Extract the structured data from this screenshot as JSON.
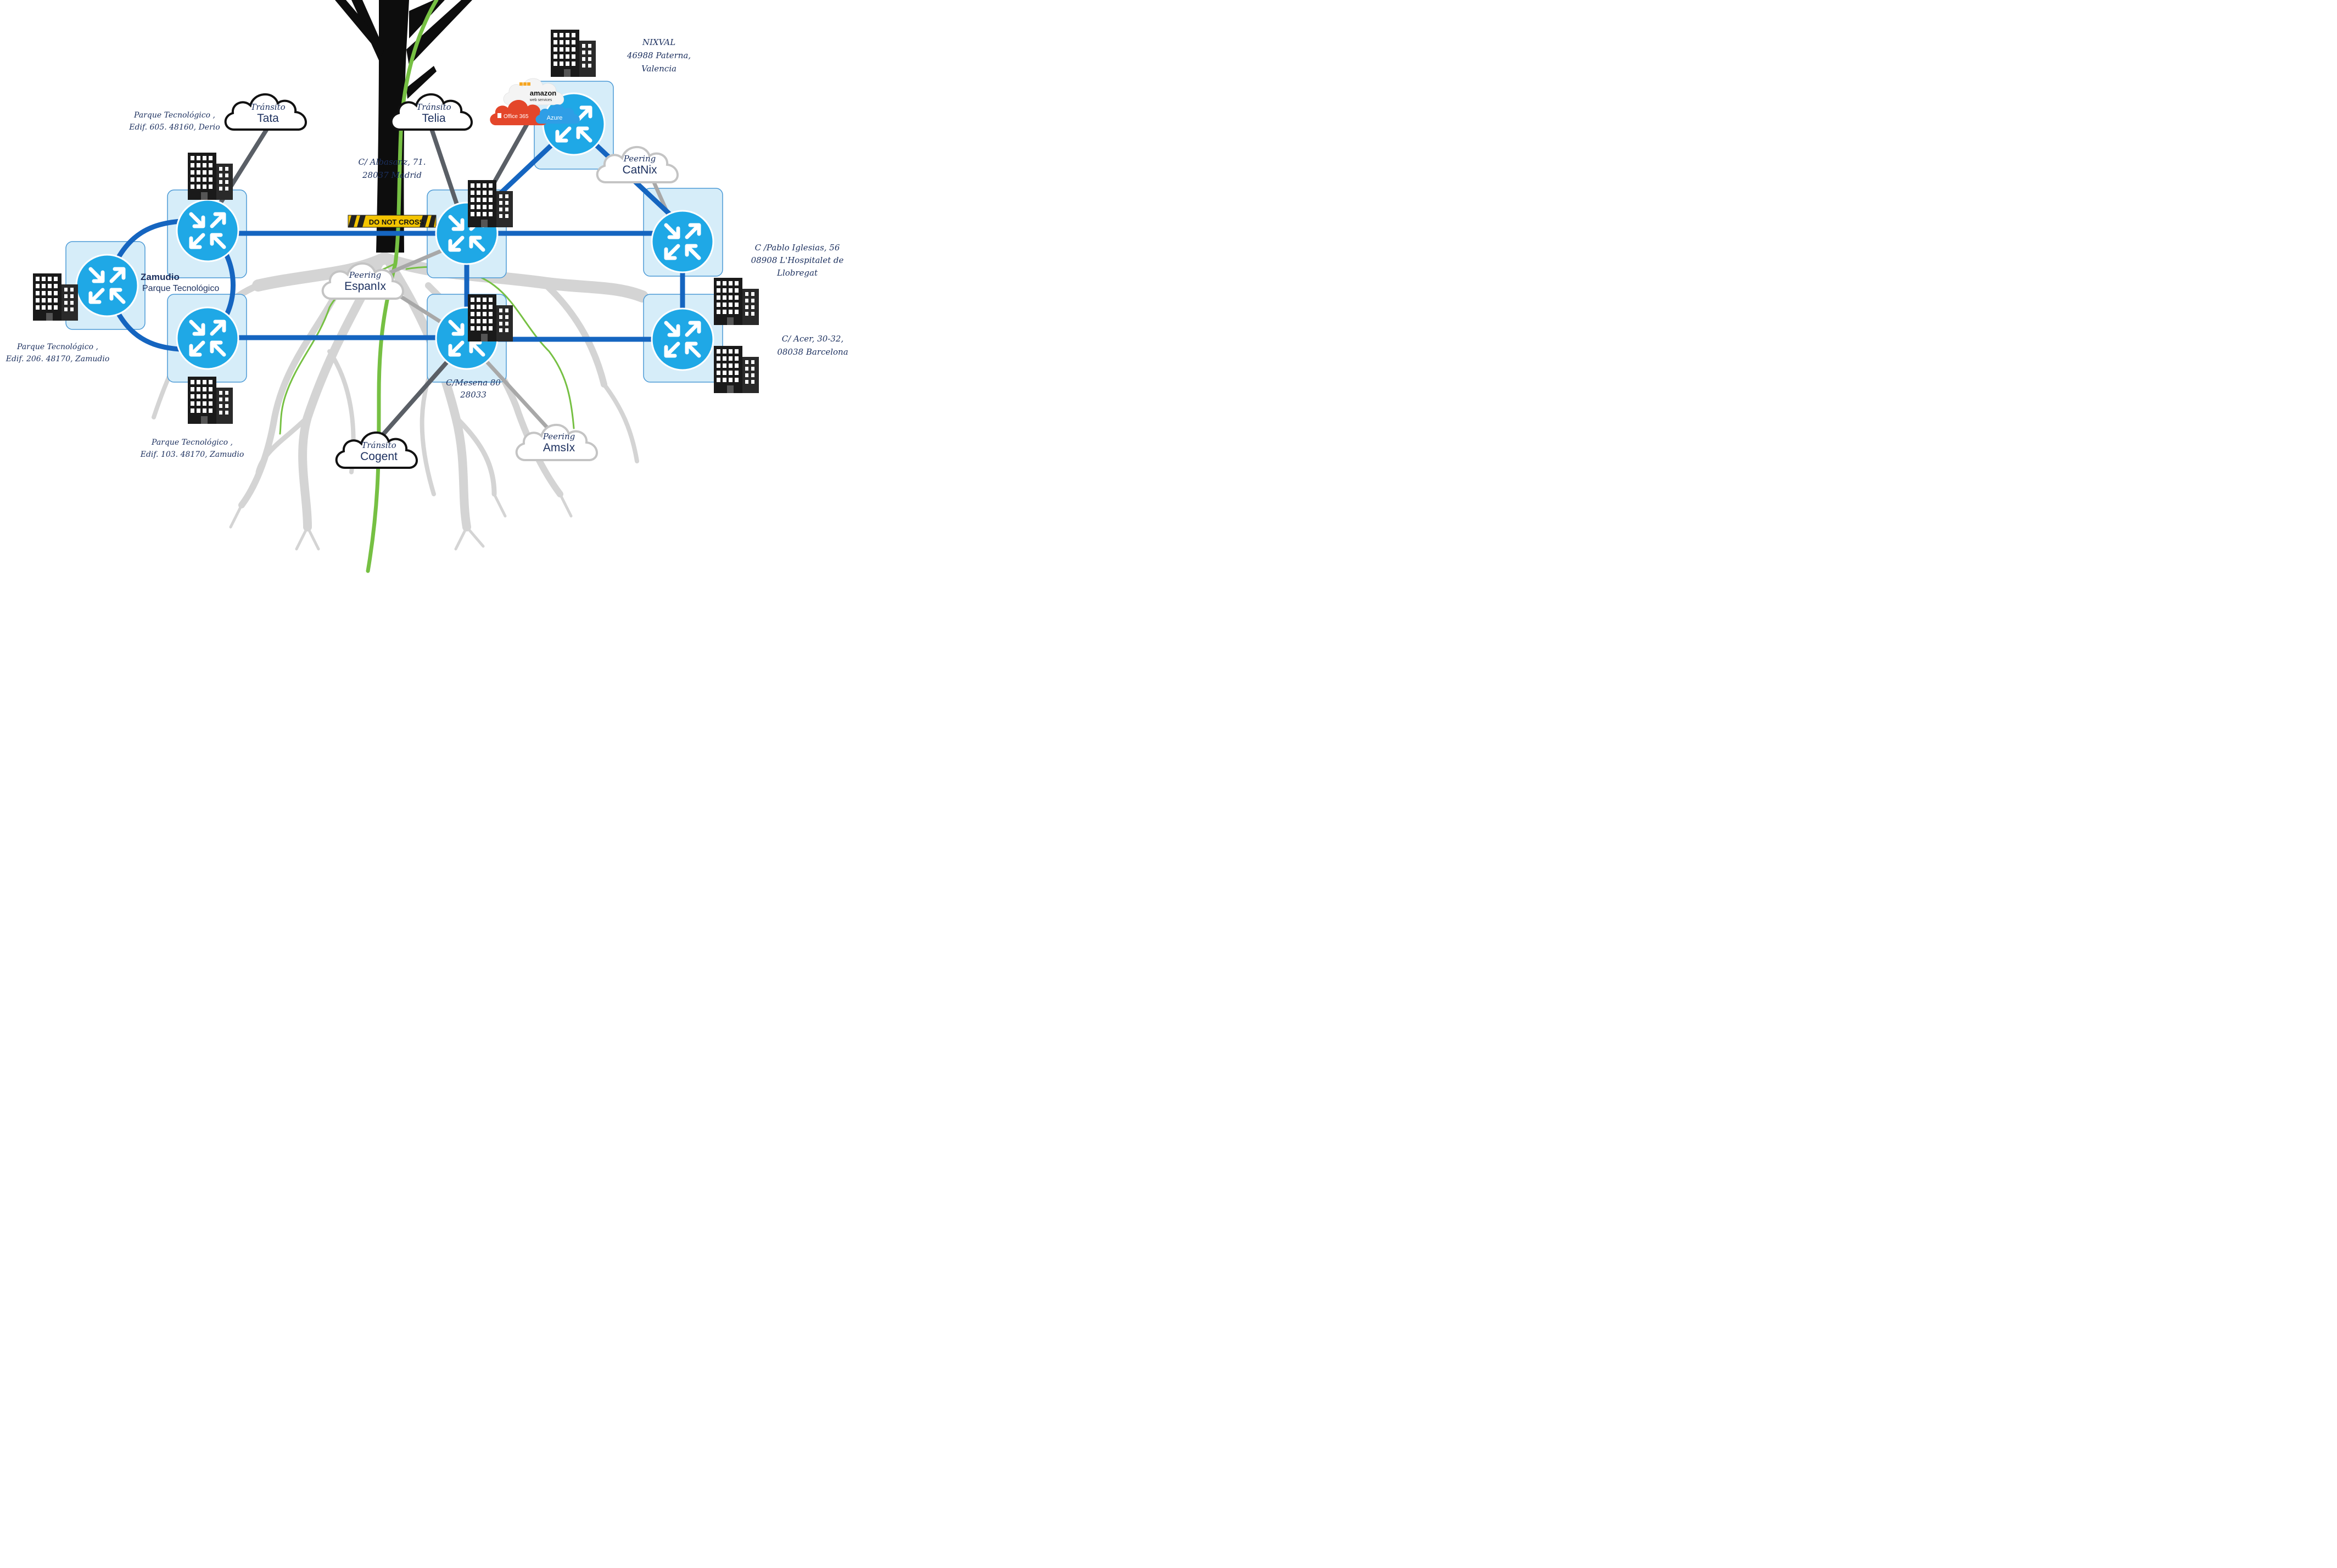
{
  "sites": {
    "derio": {
      "line1": "Parque Tecnológico ,",
      "line2": "Edif. 605. 48160, Derio"
    },
    "zamudio_206": {
      "line1": "Parque Tecnológico ,",
      "line2": "Edif. 206. 48170, Zamudio"
    },
    "zamudio_103": {
      "line1": "Parque Tecnológico ,",
      "line2": "Edif. 103. 48170, Zamudio"
    },
    "albasanz": {
      "line1": "C/ Albasanz, 71.",
      "line2": "28037 Madrid"
    },
    "mesena": {
      "line1": "C/Mesena 80",
      "line2": "28033"
    },
    "nixval": {
      "line1": "NIXVAL",
      "line2": "46988 Paterna,",
      "line3": "Valencia"
    },
    "pablo_iglesias": {
      "line1": "C /Pablo Iglesias, 56",
      "line2": "08908 L'Hospitalet de",
      "line3": "Llobregat"
    },
    "acer": {
      "line1": "C/ Acer, 30-32,",
      "line2": "08038 Barcelona"
    }
  },
  "zamudio_hub": {
    "title": "Zamudio",
    "subtitle": "Parque Tecnológico"
  },
  "clouds": {
    "tata": {
      "kind": "Tránsito",
      "name": "Tata"
    },
    "telia": {
      "kind": "Tránsito",
      "name": "Telia"
    },
    "cogent": {
      "kind": "Tránsito",
      "name": "Cogent"
    },
    "espanix": {
      "kind": "Peering",
      "name": "EspanIx"
    },
    "catnix": {
      "kind": "Peering",
      "name": "CatNix"
    },
    "amsix": {
      "kind": "Peering",
      "name": "AmsIx"
    }
  },
  "providers": {
    "amazon": "amazon",
    "amazon_sub": "web services",
    "office365": "Office 365",
    "azure": "Azure"
  },
  "tape": {
    "text": "DO NOT CROSS"
  },
  "colors": {
    "backbone": "#1565c0",
    "router": "#1fa8e6",
    "router_bg": "#d6edf9",
    "transit_link": "#5a5f66",
    "peering_link": "#a8a8a8",
    "green_root": "#76c043",
    "text": "#1b2f5e"
  }
}
